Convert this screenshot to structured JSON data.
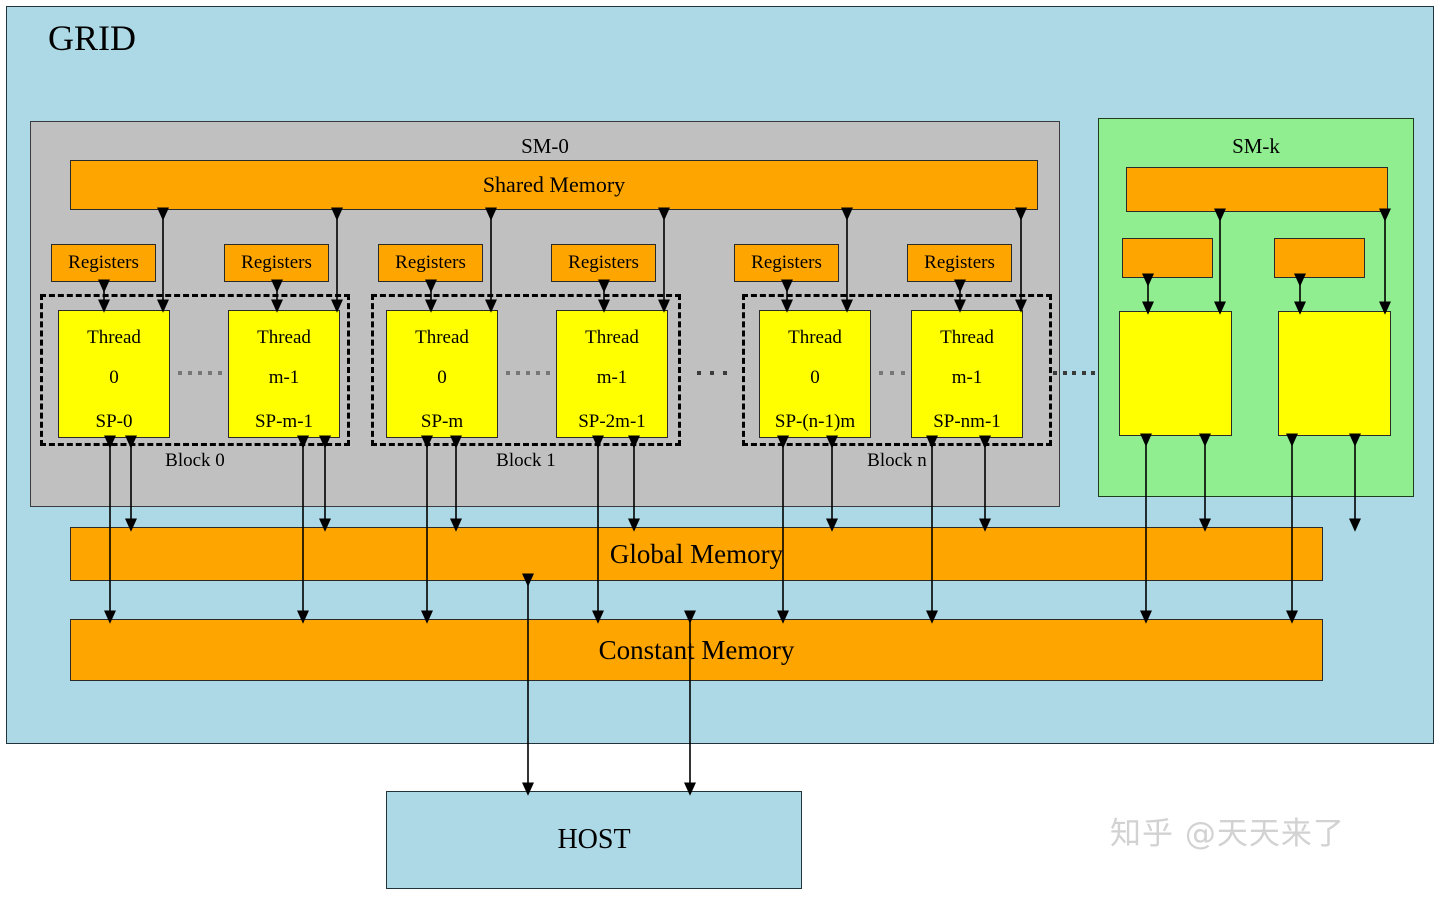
{
  "diagram": {
    "title": "GRID",
    "host_label": "HOST",
    "watermark": "知乎 @天天来了"
  },
  "colors": {
    "grid_bg": "#add8e6",
    "sm_bg": "#c0c0c0",
    "smk_bg": "#90ee90",
    "memory": "#ffa500",
    "thread": "#ffff00",
    "outline": "#000000"
  },
  "sm0": {
    "title": "SM-0",
    "shared_memory_label": "Shared Memory",
    "register_label": "Registers",
    "registers": [
      {
        "label": "Registers"
      },
      {
        "label": "Registers"
      },
      {
        "label": "Registers"
      },
      {
        "label": "Registers"
      },
      {
        "label": "Registers"
      },
      {
        "label": "Registers"
      }
    ],
    "threads": [
      {
        "name": "Thread",
        "index": "0",
        "sp": "SP-0"
      },
      {
        "name": "Thread",
        "index": "m-1",
        "sp": "SP-m-1"
      },
      {
        "name": "Thread",
        "index": "0",
        "sp": "SP-m"
      },
      {
        "name": "Thread",
        "index": "m-1",
        "sp": "SP-2m-1"
      },
      {
        "name": "Thread",
        "index": "0",
        "sp": "SP-(n-1)m"
      },
      {
        "name": "Thread",
        "index": "m-1",
        "sp": "SP-nm-1"
      }
    ],
    "blocks": [
      {
        "label": "Block 0"
      },
      {
        "label": "Block 1"
      },
      {
        "label": "Block n"
      }
    ]
  },
  "smk": {
    "title": "SM-k",
    "shared_memory_label": "",
    "registers": [
      {
        "label": ""
      },
      {
        "label": ""
      }
    ],
    "threads": [
      {
        "label": ""
      },
      {
        "label": ""
      }
    ]
  },
  "memories": {
    "global": "Global Memory",
    "constant": "Constant Memory"
  },
  "ellipses": {
    "intra_block": "· · · · ·",
    "inter_block": "· · ·",
    "sm_gap": "· · · · · ·"
  }
}
